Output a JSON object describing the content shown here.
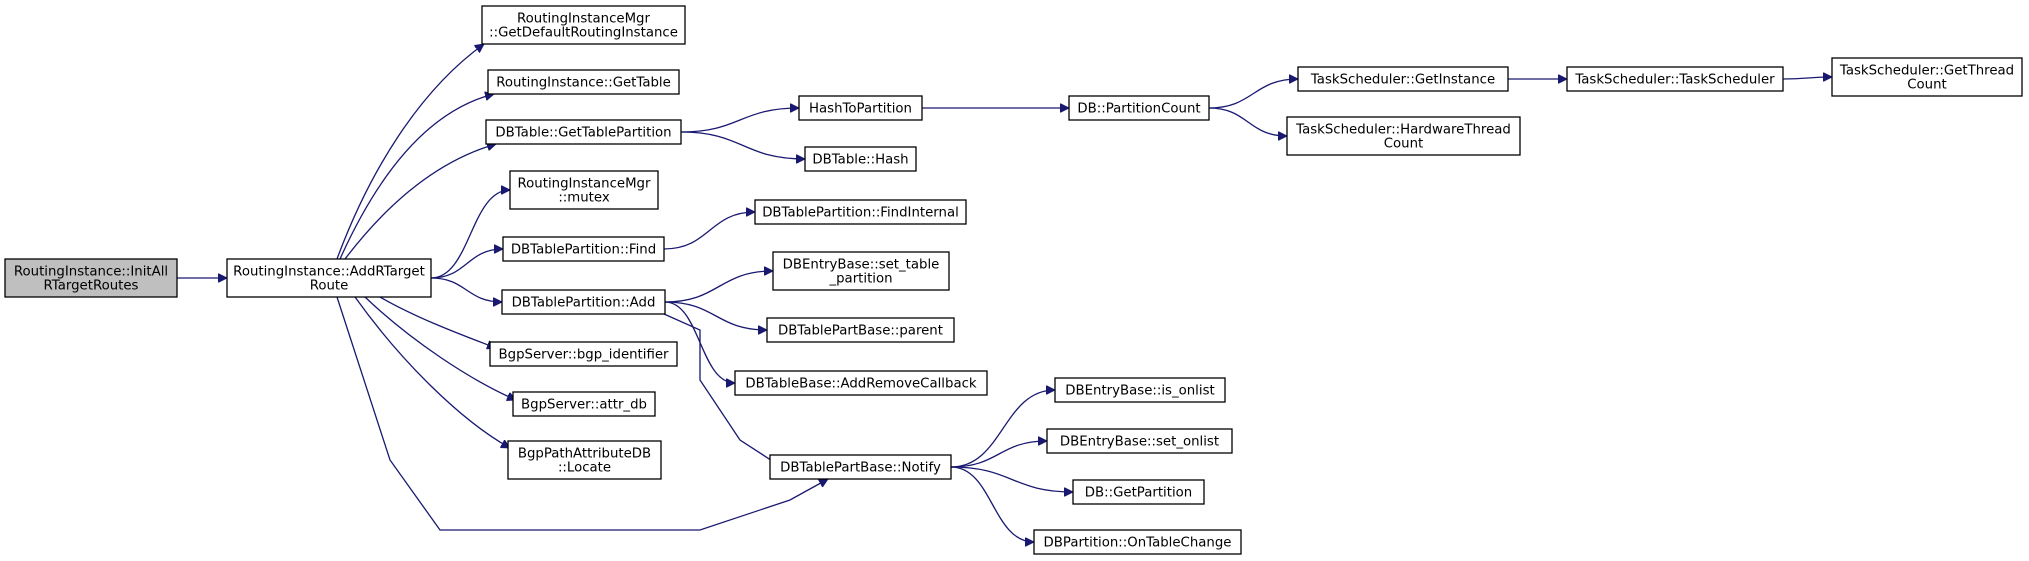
{
  "diagram": {
    "type": "call-graph",
    "colors": {
      "edge": "#191970",
      "root_fill": "#bfbfbf",
      "node_fill": "#ffffff",
      "node_border": "#000000"
    },
    "nodes": [
      {
        "id": "n0",
        "label": [
          "RoutingInstance::InitAll",
          "RTargetRoutes"
        ],
        "root": true
      },
      {
        "id": "n1",
        "label": [
          "RoutingInstance::AddRTarget",
          "Route"
        ]
      },
      {
        "id": "n2",
        "label": [
          "RoutingInstanceMgr",
          "::GetDefaultRoutingInstance"
        ]
      },
      {
        "id": "n3",
        "label": [
          "RoutingInstance::GetTable"
        ]
      },
      {
        "id": "n4",
        "label": [
          "DBTable::GetTablePartition"
        ]
      },
      {
        "id": "n5",
        "label": [
          "RoutingInstanceMgr",
          "::mutex"
        ]
      },
      {
        "id": "n6",
        "label": [
          "DBTablePartition::Find"
        ]
      },
      {
        "id": "n7",
        "label": [
          "DBTablePartition::Add"
        ]
      },
      {
        "id": "n8",
        "label": [
          "BgpServer::bgp_identifier"
        ]
      },
      {
        "id": "n9",
        "label": [
          "BgpServer::attr_db"
        ]
      },
      {
        "id": "n10",
        "label": [
          "BgpPathAttributeDB",
          "::Locate"
        ]
      },
      {
        "id": "n11",
        "label": [
          "DBTablePartBase::Notify"
        ]
      },
      {
        "id": "n12",
        "label": [
          "HashToPartition"
        ]
      },
      {
        "id": "n13",
        "label": [
          "DBTable::Hash"
        ]
      },
      {
        "id": "n14",
        "label": [
          "DBTablePartition::FindInternal"
        ]
      },
      {
        "id": "n15",
        "label": [
          "DBEntryBase::set_table",
          "_partition"
        ]
      },
      {
        "id": "n16",
        "label": [
          "DBTablePartBase::parent"
        ]
      },
      {
        "id": "n17",
        "label": [
          "DBTableBase::AddRemoveCallback"
        ]
      },
      {
        "id": "n18",
        "label": [
          "DB::PartitionCount"
        ]
      },
      {
        "id": "n19",
        "label": [
          "TaskScheduler::GetInstance"
        ]
      },
      {
        "id": "n20",
        "label": [
          "TaskScheduler::HardwareThread",
          "Count"
        ]
      },
      {
        "id": "n21",
        "label": [
          "TaskScheduler::TaskScheduler"
        ]
      },
      {
        "id": "n22",
        "label": [
          "TaskScheduler::GetThread",
          "Count"
        ]
      },
      {
        "id": "n23",
        "label": [
          "DBEntryBase::is_onlist"
        ]
      },
      {
        "id": "n24",
        "label": [
          "DBEntryBase::set_onlist"
        ]
      },
      {
        "id": "n25",
        "label": [
          "DB::GetPartition"
        ]
      },
      {
        "id": "n26",
        "label": [
          "DBPartition::OnTableChange"
        ]
      }
    ],
    "edges": [
      {
        "from": "n0",
        "to": "n1"
      },
      {
        "from": "n1",
        "to": "n2"
      },
      {
        "from": "n1",
        "to": "n3"
      },
      {
        "from": "n1",
        "to": "n4"
      },
      {
        "from": "n1",
        "to": "n5"
      },
      {
        "from": "n1",
        "to": "n6"
      },
      {
        "from": "n1",
        "to": "n7"
      },
      {
        "from": "n1",
        "to": "n8"
      },
      {
        "from": "n1",
        "to": "n9"
      },
      {
        "from": "n1",
        "to": "n10"
      },
      {
        "from": "n1",
        "to": "n11"
      },
      {
        "from": "n4",
        "to": "n12"
      },
      {
        "from": "n4",
        "to": "n13"
      },
      {
        "from": "n6",
        "to": "n14"
      },
      {
        "from": "n7",
        "to": "n15"
      },
      {
        "from": "n7",
        "to": "n16"
      },
      {
        "from": "n7",
        "to": "n17"
      },
      {
        "from": "n7",
        "to": "n11"
      },
      {
        "from": "n12",
        "to": "n18"
      },
      {
        "from": "n18",
        "to": "n19"
      },
      {
        "from": "n18",
        "to": "n20"
      },
      {
        "from": "n19",
        "to": "n21"
      },
      {
        "from": "n21",
        "to": "n22"
      },
      {
        "from": "n11",
        "to": "n23"
      },
      {
        "from": "n11",
        "to": "n24"
      },
      {
        "from": "n11",
        "to": "n25"
      },
      {
        "from": "n11",
        "to": "n26"
      }
    ]
  }
}
